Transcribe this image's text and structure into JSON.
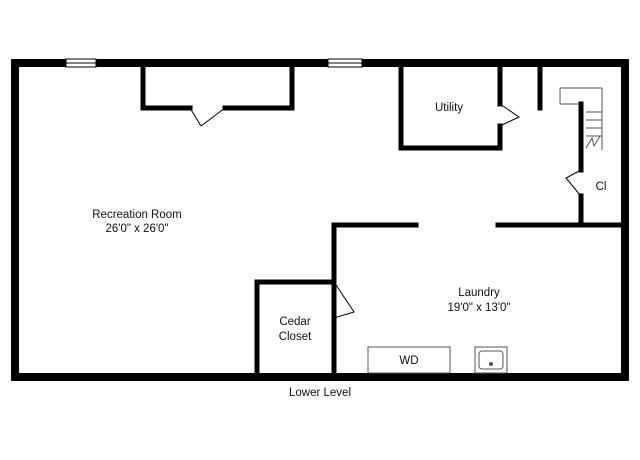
{
  "floor_plan": {
    "caption": "Lower Level",
    "rooms": {
      "recreation": {
        "name": "Recreation Room",
        "size": "26'0\" x 26'0\""
      },
      "utility": {
        "name": "Utility"
      },
      "closet": {
        "name": "Cl"
      },
      "laundry": {
        "name": "Laundry",
        "size": "19'0\" x 13'0\""
      },
      "cedar": {
        "name_line1": "Cedar",
        "name_line2": "Closet"
      },
      "washer_dryer": {
        "name": "WD"
      }
    }
  }
}
